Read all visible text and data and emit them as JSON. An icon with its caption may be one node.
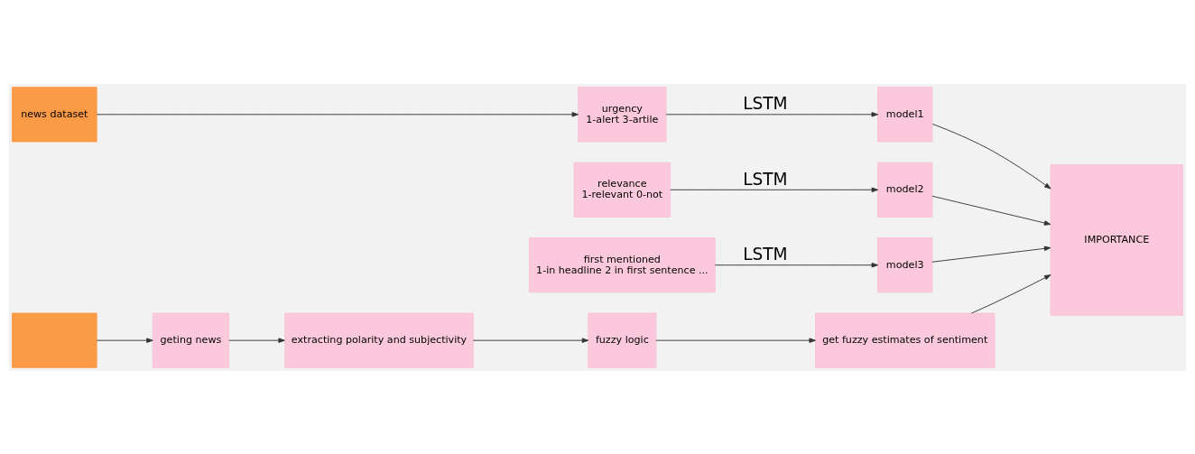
{
  "diagram": {
    "nodes": [
      {
        "text": [
          "news dataset"
        ]
      },
      {
        "text": [
          "urgency",
          "1-alert 3-artile"
        ]
      },
      {
        "text": [
          "relevance",
          "1-relevant 0-not"
        ]
      },
      {
        "text": [
          "first mentioned",
          "1-in headline 2 in first sentence ..."
        ]
      },
      {
        "text": [
          "model1"
        ]
      },
      {
        "text": [
          "model2"
        ]
      },
      {
        "text": [
          "model3"
        ]
      },
      {
        "text": [
          "IMPORTANCE"
        ]
      },
      {
        "text": [],
        "shape": "box"
      },
      {
        "text": [
          "geting news"
        ]
      },
      {
        "text": [
          "extracting polarity and subjectivity"
        ]
      },
      {
        "text": [
          "fuzzy logic"
        ]
      },
      {
        "text": [
          "get fuzzy estimates of sentiment"
        ]
      }
    ],
    "edges": [
      {
        "from": 0,
        "to": 1,
        "arrow": "to"
      },
      {
        "from": 1,
        "to": 4,
        "arrow": "to",
        "label": "LSTM"
      },
      {
        "from": 2,
        "to": 5,
        "arrow": "to",
        "label": "LSTM"
      },
      {
        "from": 3,
        "to": 6,
        "arrow": "to",
        "label": "LSTM"
      },
      {
        "from": 4,
        "to": 7,
        "arrow": "to"
      },
      {
        "from": 5,
        "to": 7,
        "arrow": "to"
      },
      {
        "from": 6,
        "to": 7,
        "arrow": "to"
      },
      {
        "from": 8,
        "to": 9,
        "arrow": "to"
      },
      {
        "from": 9,
        "to": 10,
        "arrow": "to"
      },
      {
        "from": 10,
        "to": 11,
        "arrow": "to"
      },
      {
        "from": 11,
        "to": 12,
        "arrow": "to"
      },
      {
        "from": 12,
        "to": 7,
        "arrow": "to"
      }
    ]
  }
}
